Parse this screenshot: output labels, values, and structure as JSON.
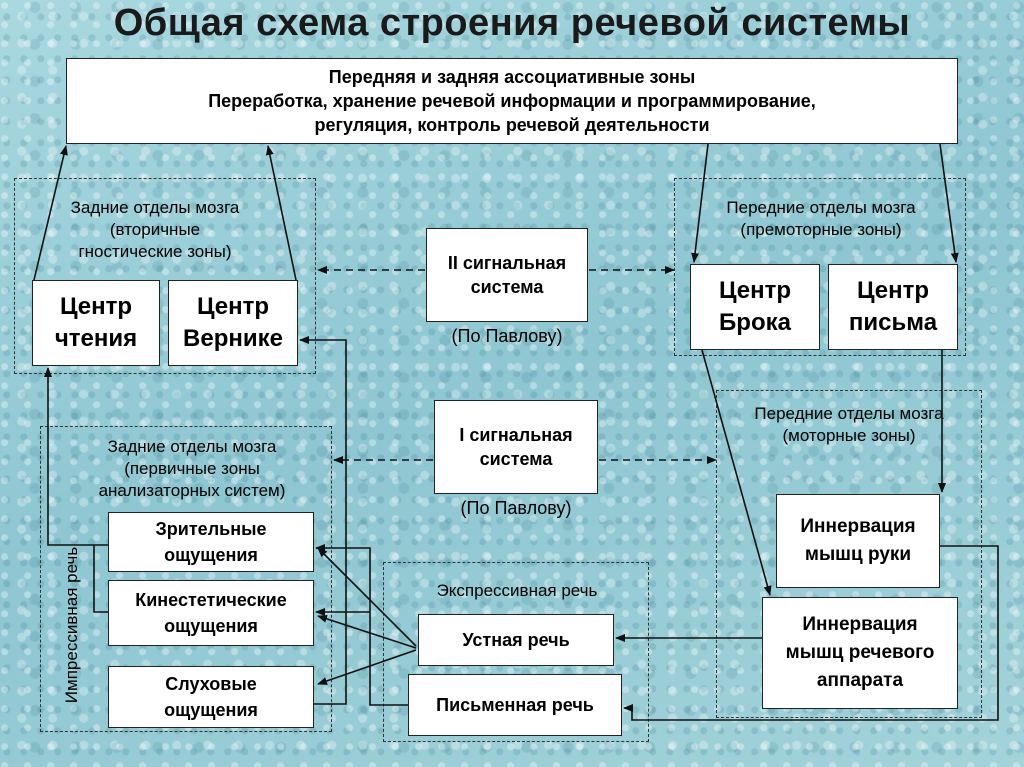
{
  "title": "Общая схема строения речевой системы",
  "assoc": {
    "line1": "Передняя и задняя ассоциативные зоны",
    "line2": "Переработка, хранение речевой информации и программирование,",
    "line3": "регуляция, контроль речевой деятельности"
  },
  "posterior_secondary": {
    "l1": "Задние отделы мозга",
    "l2": "(вторичные",
    "l3": "гностические зоны)"
  },
  "center_reading": {
    "l1": "Центр",
    "l2": "чтения"
  },
  "center_wernicke": {
    "l1": "Центр",
    "l2": "Вернике"
  },
  "signal2": {
    "l1": "II сигнальная",
    "l2": "система",
    "note": "(По Павлову)"
  },
  "anterior_premotor": {
    "l1": "Передние отделы мозга",
    "l2": "(премоторные зоны)"
  },
  "center_broca": {
    "l1": "Центр",
    "l2": "Брока"
  },
  "center_writing": {
    "l1": "Центр",
    "l2": "письма"
  },
  "signal1": {
    "l1": "I сигнальная",
    "l2": "система",
    "note": "(По Павлову)"
  },
  "anterior_motor": {
    "l1": "Передние отделы мозга",
    "l2": "(моторные зоны)"
  },
  "posterior_primary": {
    "l1": "Задние отделы мозга",
    "l2": "(первичные зоны",
    "l3": "анализаторных систем)"
  },
  "impressive_speech": "Импрессивная речь",
  "visual": {
    "l1": "Зрительные",
    "l2": "ощущения"
  },
  "kinesthetic": {
    "l1": "Кинестетические",
    "l2": "ощущения"
  },
  "auditory": {
    "l1": "Слуховые",
    "l2": "ощущения"
  },
  "expressive_speech": "Экспрессивная речь",
  "oral_speech": "Устная речь",
  "written_speech": "Письменная речь",
  "hand_innervation": {
    "l1": "Иннервация",
    "l2": "мышц руки"
  },
  "speech_innervation": {
    "l1": "Иннервация",
    "l2": "мышц речевого",
    "l3": "аппарата"
  }
}
